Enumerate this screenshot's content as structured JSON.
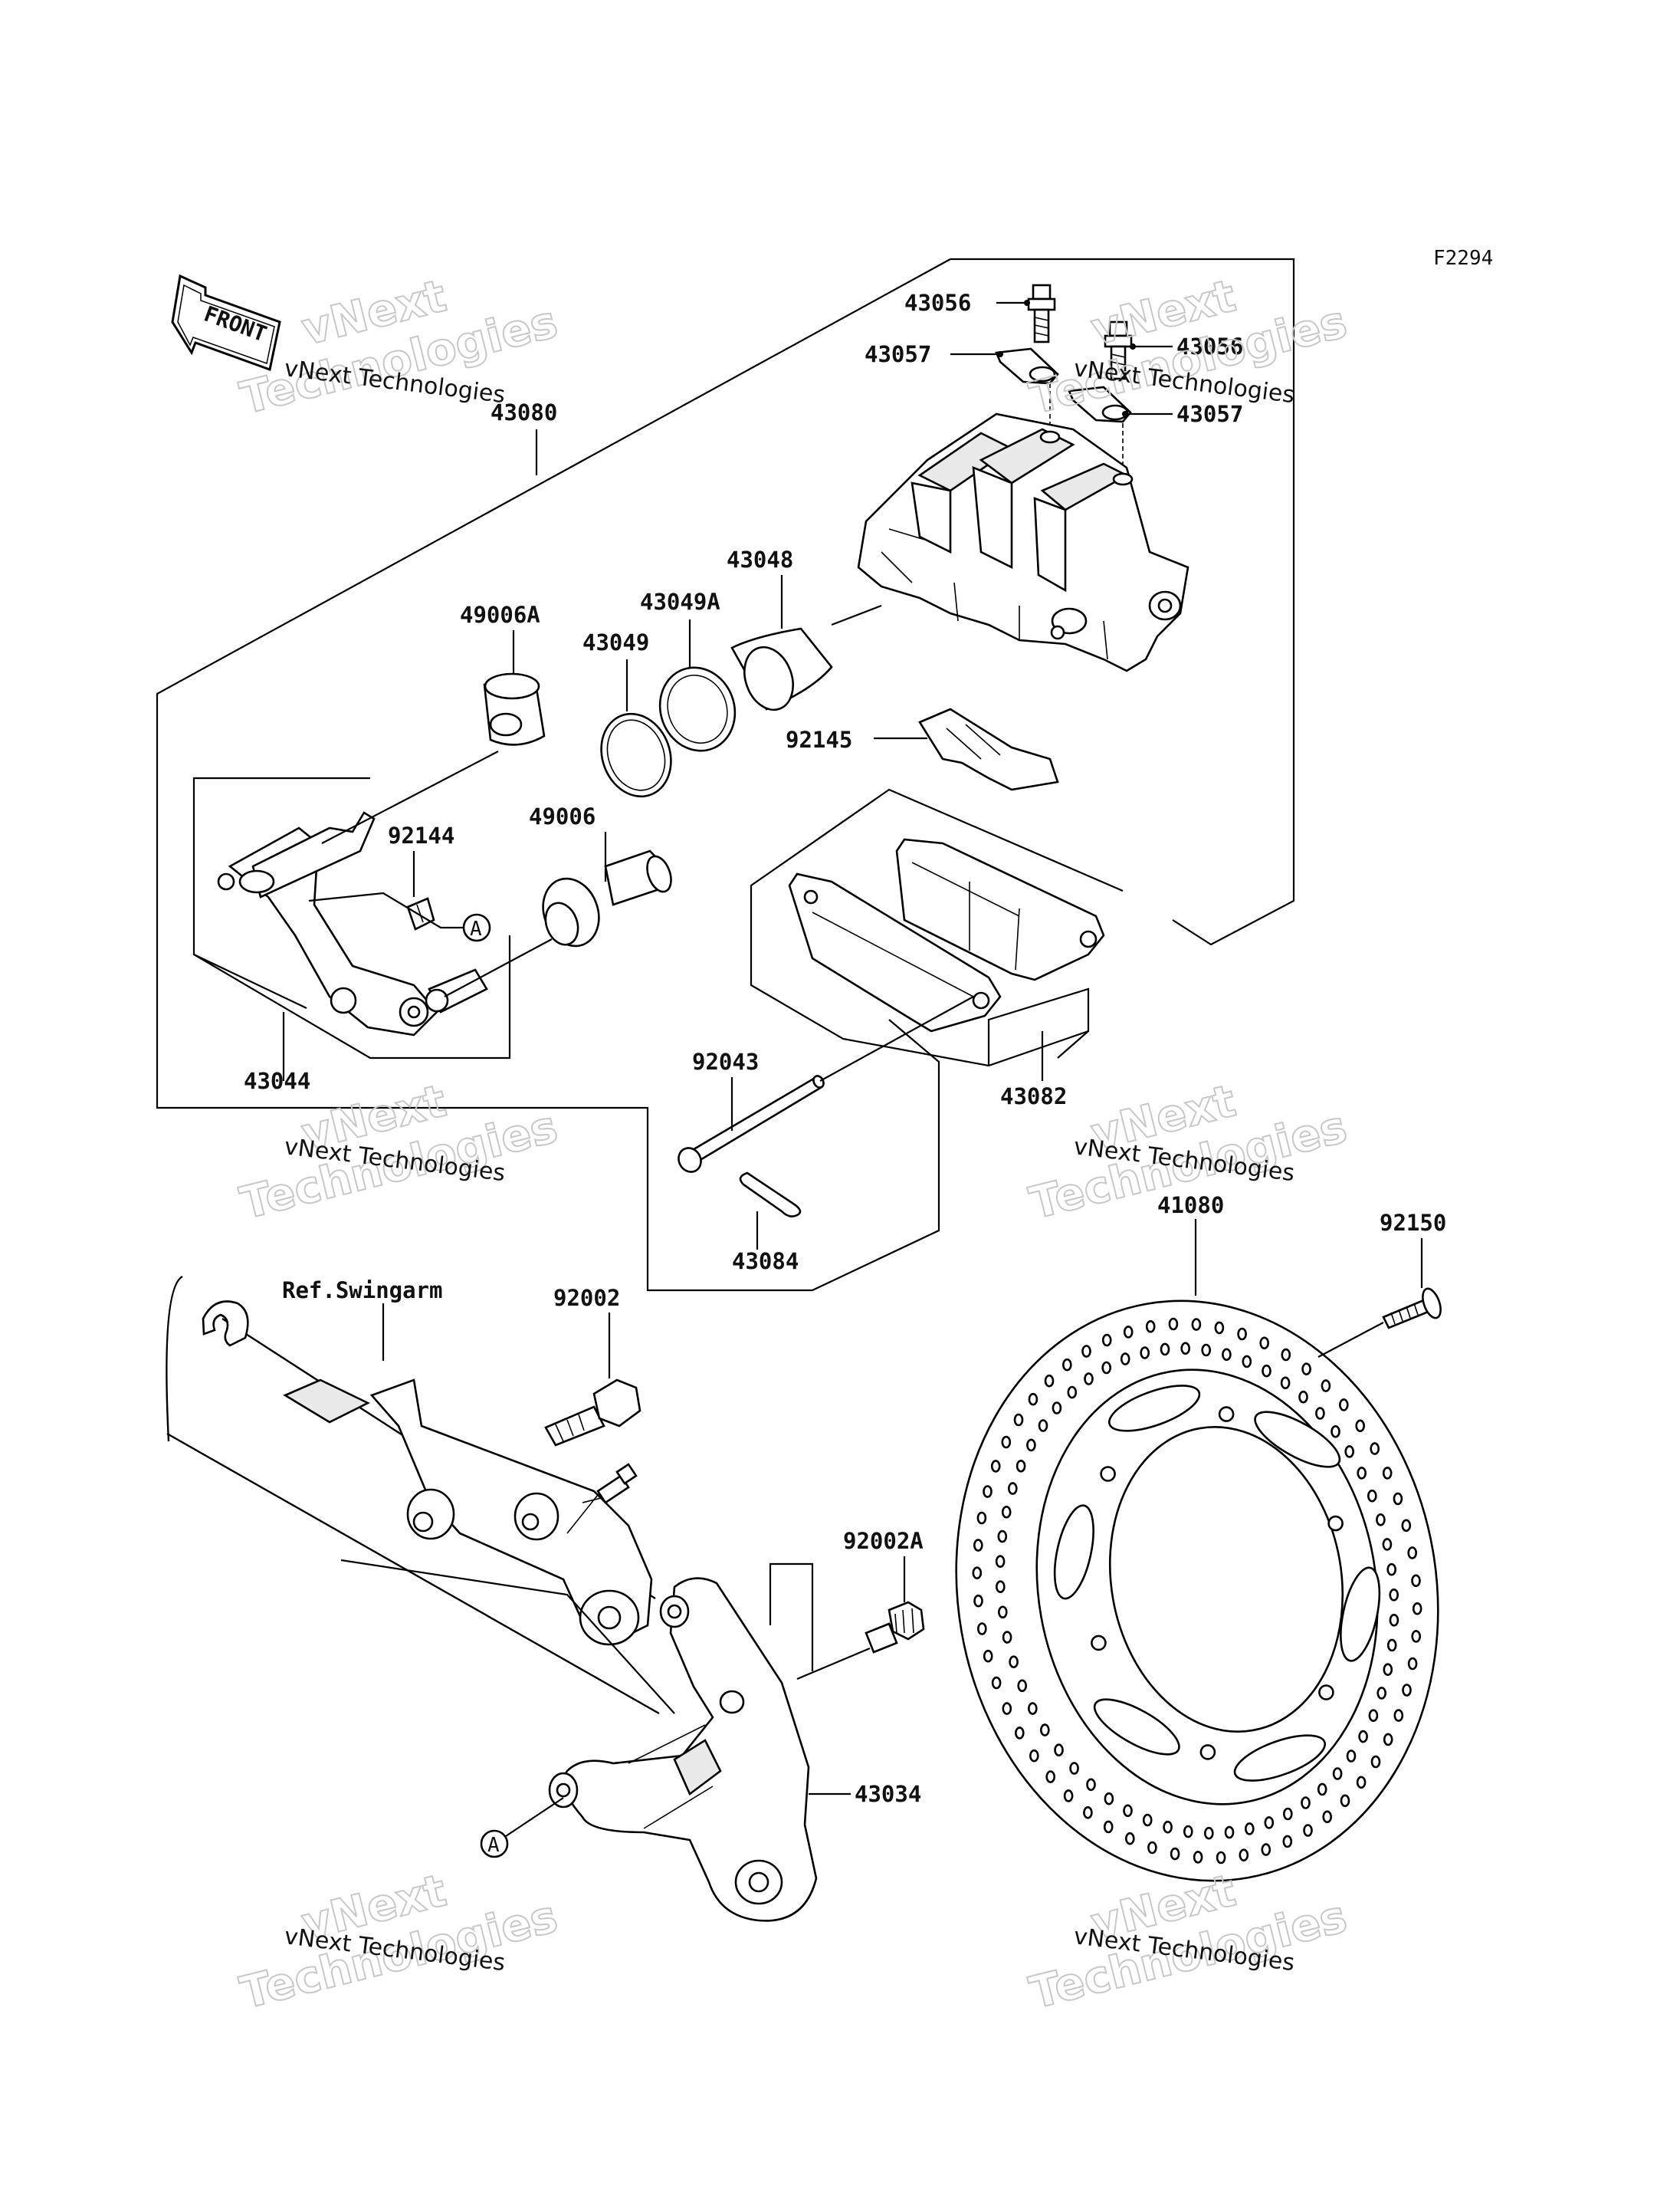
{
  "figure_code": "F2294",
  "front_arrow_label": "FRONT",
  "ref_label": "Ref.Swingarm",
  "callout_marker": "A",
  "watermark": {
    "company": "vNext Technologies",
    "word1": "vNext",
    "word2": "Technologies"
  },
  "parts": {
    "p43080": "43080",
    "p43056a": "43056",
    "p43056b": "43056",
    "p43057a": "43057",
    "p43057b": "43057",
    "p43048": "43048",
    "p43049A": "43049A",
    "p43049": "43049",
    "p49006A": "49006A",
    "p92145": "92145",
    "p92144": "92144",
    "p49006": "49006",
    "p43044": "43044",
    "p92043": "92043",
    "p43082": "43082",
    "p43084": "43084",
    "p41080": "41080",
    "p92150": "92150",
    "p92002": "92002",
    "p92002A": "92002A",
    "p43034": "43034"
  }
}
